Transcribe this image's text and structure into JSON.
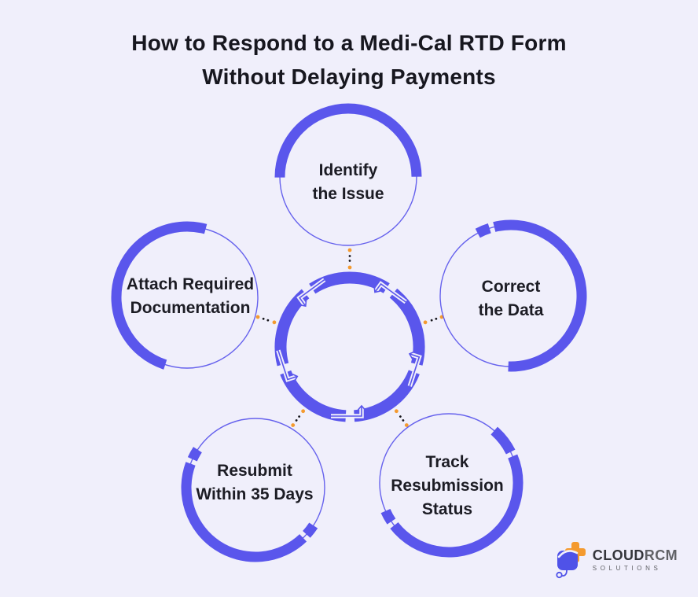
{
  "title": {
    "lines": [
      "How to Respond to a Medi-Cal RTD Form",
      "Without Delaying Payments"
    ]
  },
  "steps": [
    {
      "id": "identify-the-issue",
      "lines": [
        "Identify",
        "the Issue",
        ""
      ]
    },
    {
      "id": "correct-the-data",
      "lines": [
        "Correct",
        "the Data",
        ""
      ]
    },
    {
      "id": "track-resubmission-status",
      "lines": [
        "Track",
        "Resubmission",
        "Status"
      ]
    },
    {
      "id": "resubmit-within-35-days",
      "lines": [
        "Resubmit",
        "Within 35 Days",
        ""
      ]
    },
    {
      "id": "attach-required-documentation",
      "lines": [
        "Attach Required",
        "Documentation",
        ""
      ]
    }
  ],
  "logo": {
    "brand_primary": "CLOUD",
    "brand_secondary": "RCM",
    "tagline": "SOLUTIONS"
  },
  "colors": {
    "background": "#f0effb",
    "accent": "#5a56ec",
    "dot_orange": "#f49a2f",
    "dot_dark": "#17171c",
    "title_text": "#17171f",
    "label_text": "#1c1c24",
    "logo_dark": "#34353b",
    "logo_gray": "#606166",
    "logo_blue": "#4f52e8",
    "logo_orange": "#f49a2f"
  }
}
